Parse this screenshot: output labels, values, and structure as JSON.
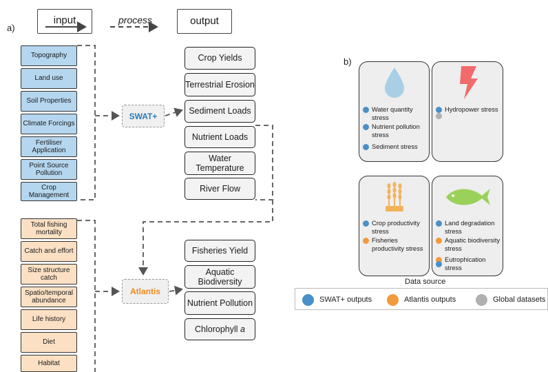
{
  "panel_a": {
    "label": "a)",
    "legend": {
      "input": "input",
      "process": "process",
      "output": "output"
    },
    "swat_inputs": [
      "Topography",
      "Land use",
      "Soil Properties",
      "Climate Forcings",
      "Fertiliser Application",
      "Point Source Pollution",
      "Crop Management"
    ],
    "atlantis_inputs": [
      "Total fishing mortality",
      "Catch and effort",
      "Size structure catch",
      "Spatio/temporal abundance",
      "Life history",
      "Diet",
      "Habitat"
    ],
    "models": {
      "swat": "SWAT+",
      "atlantis": "Atlantis"
    },
    "swat_outputs": [
      "Crop Yields",
      "Terrestrial Erosion",
      "Sediment Loads",
      "Nutrient Loads",
      "Water Temperature",
      "River Flow"
    ],
    "atlantis_outputs": [
      "Fisheries Yield",
      "Aquatic Biodiversity",
      "Nutrient Pollution",
      "Chlorophyll a"
    ]
  },
  "panel_b": {
    "label": "b)",
    "cards": {
      "water": [
        "Water quantity stress",
        "Nutrient pollution stress",
        "Sediment stress"
      ],
      "energy": [
        "Hydropower stress"
      ],
      "crop": [
        "Crop productivity stress",
        "Fisheries productivity stress"
      ],
      "fish": [
        "Land degradation stress",
        "Aquatic biodiversity stress",
        "Eutrophication stress"
      ]
    },
    "data_source_caption": "Data source",
    "legend": [
      "SWAT+ outputs",
      "Atlantis outputs",
      "Global datasets"
    ]
  },
  "colors": {
    "swat": "#4a90c8",
    "atlantis": "#f39a3a",
    "global": "#b0b0b0",
    "input_blue": "#b5d6ef",
    "input_peach": "#fbe0c4",
    "swat_text": "#2a7ab8",
    "atlantis_text": "#f08a1a",
    "drop": "#a8cfe6",
    "bolt": "#f26b6b",
    "wheat": "#f2b35a",
    "fish": "#9ad15a"
  }
}
